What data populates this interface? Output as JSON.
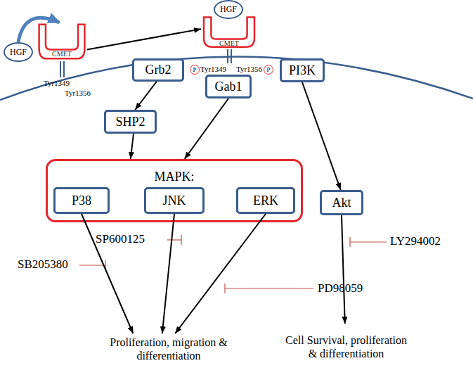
{
  "diagram": {
    "nodes": [
      {
        "text": [
          "HGF"
        ]
      },
      {
        "text": [
          "CMET"
        ]
      },
      {
        "text": [
          "HGF"
        ]
      },
      {
        "text": [
          "CMET"
        ]
      },
      {
        "text": [
          "P"
        ]
      },
      {
        "text": [
          "P"
        ]
      },
      {
        "text": [
          "Grb2"
        ]
      },
      {
        "text": [
          "Gab1"
        ]
      },
      {
        "text": [
          "PI3K"
        ]
      },
      {
        "text": [
          "SHP2"
        ]
      },
      {
        "text": [
          "MAPK:"
        ]
      },
      {
        "text": [
          "P38"
        ],
        "in": 10
      },
      {
        "text": [
          "JNK"
        ],
        "in": 10
      },
      {
        "text": [
          "ERK"
        ],
        "in": 10
      },
      {
        "text": [
          "Akt"
        ]
      },
      {
        "text": [
          "Proliferation, migration & differentiation"
        ]
      },
      {
        "text": [
          "Cell Survival, proliferation & differentiation"
        ]
      }
    ],
    "edges": [
      {
        "from": 0,
        "to": 1,
        "arrow": "to"
      },
      {
        "from": 1,
        "to": 3,
        "arrow": "to"
      },
      {
        "from": 6,
        "to": 9,
        "arrow": "to"
      },
      {
        "from": 9,
        "to": 10,
        "arrow": "to"
      },
      {
        "from": 7,
        "to": 10,
        "arrow": "to"
      },
      {
        "from": 8,
        "to": 14,
        "arrow": "to"
      },
      {
        "from": 11,
        "to": 15,
        "arrow": "to"
      },
      {
        "from": 12,
        "to": 15,
        "arrow": "to"
      },
      {
        "from": 13,
        "to": 15,
        "arrow": "to"
      },
      {
        "from": 14,
        "to": 16,
        "arrow": "to"
      }
    ],
    "labels": [
      "Tyr1349",
      "Tyr1356",
      "Tyr1349",
      "Tyr1356",
      "SP600125",
      "SB205380",
      "PD98059",
      "LY294002"
    ]
  }
}
